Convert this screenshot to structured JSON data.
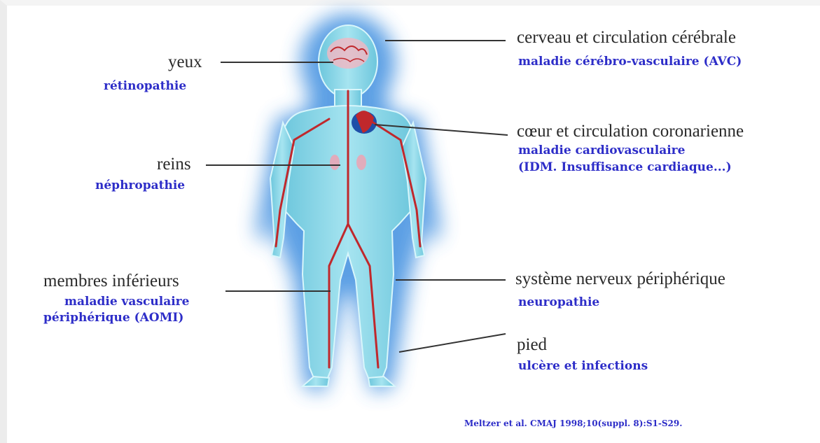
{
  "labels": {
    "yeux": {
      "organ": "yeux",
      "disease": "rétinopathie"
    },
    "reins": {
      "organ": "reins",
      "disease": "néphropathie"
    },
    "membres": {
      "organ": "membres inférieurs",
      "disease_line1": "maladie vasculaire",
      "disease_line2": "périphérique (AOMI)"
    },
    "cerveau": {
      "organ": "cerveau et circulation cérébrale",
      "disease": "maladie cérébro-vasculaire (AVC)"
    },
    "coeur": {
      "organ": "cœur et circulation coronarienne",
      "disease_line1": "maladie cardiovasculaire",
      "disease_line2": "(IDM.  Insuffisance cardiaque...)"
    },
    "nerveux": {
      "organ": "système nerveux périphérique",
      "disease": "neuropathie"
    },
    "pied": {
      "organ": "pied",
      "disease": "ulcère et infections"
    }
  },
  "citation": "Meltzer et al. CMAJ 1998;10(suppl. 8):S1-S29.",
  "colors": {
    "organ_text": "#2a2a2a",
    "disease_text": "#2d2dc8",
    "body_fill": "#86d6e6",
    "glow": "#3f8fe0",
    "artery": "#c0282c",
    "leader_line": "#333333"
  }
}
